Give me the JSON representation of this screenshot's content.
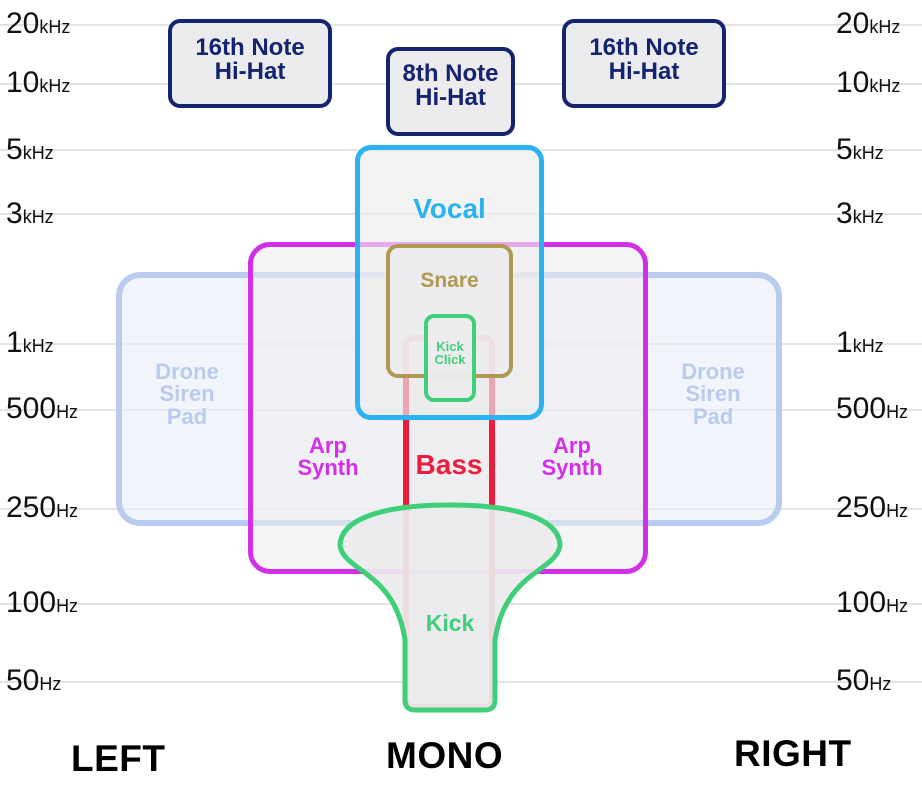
{
  "frequency_axis": {
    "left_ticks": [
      {
        "value": "20",
        "unit": "kHz"
      },
      {
        "value": "10",
        "unit": "kHz"
      },
      {
        "value": "5",
        "unit": "kHz"
      },
      {
        "value": "3",
        "unit": "kHz"
      },
      {
        "value": "1",
        "unit": "kHz"
      },
      {
        "value": "500",
        "unit": "Hz"
      },
      {
        "value": "250",
        "unit": "Hz"
      },
      {
        "value": "100",
        "unit": "Hz"
      },
      {
        "value": "50",
        "unit": "Hz"
      }
    ],
    "right_ticks": [
      {
        "value": "20",
        "unit": "kHz"
      },
      {
        "value": "10",
        "unit": "kHz"
      },
      {
        "value": "5",
        "unit": "kHz"
      },
      {
        "value": "3",
        "unit": "kHz"
      },
      {
        "value": "1",
        "unit": "kHz"
      },
      {
        "value": "500",
        "unit": "Hz"
      },
      {
        "value": "250",
        "unit": "Hz"
      },
      {
        "value": "100",
        "unit": "Hz"
      },
      {
        "value": "50",
        "unit": "Hz"
      }
    ]
  },
  "stereo_axis": {
    "left": "LEFT",
    "center": "MONO",
    "right": "RIGHT"
  },
  "instruments": {
    "hihat_16th_left": {
      "line1": "16th Note",
      "line2": "Hi-Hat",
      "color": "#14246e"
    },
    "hihat_8th": {
      "line1": "8th Note",
      "line2": "Hi-Hat",
      "color": "#14246e"
    },
    "hihat_16th_right": {
      "line1": "16th Note",
      "line2": "Hi-Hat",
      "color": "#14246e"
    },
    "vocal": {
      "label": "Vocal",
      "color": "#2bb2f2"
    },
    "snare": {
      "label": "Snare",
      "color": "#b09a52"
    },
    "kick_click": {
      "line1": "Kick",
      "line2": "Click",
      "color": "#3ecf78"
    },
    "drone_left": {
      "line1": "Drone",
      "line2": "Siren",
      "line3": "Pad",
      "color": "#b9cbef"
    },
    "drone_right": {
      "line1": "Drone",
      "line2": "Siren",
      "line3": "Pad",
      "color": "#b9cbef"
    },
    "arp_left": {
      "line1": "Arp",
      "line2": "Synth",
      "color": "#d42fe8"
    },
    "arp_right": {
      "line1": "Arp",
      "line2": "Synth",
      "color": "#d42fe8"
    },
    "bass": {
      "label": "Bass",
      "color": "#ef1b3c"
    },
    "kick": {
      "label": "Kick",
      "color": "#3ecf78"
    }
  }
}
